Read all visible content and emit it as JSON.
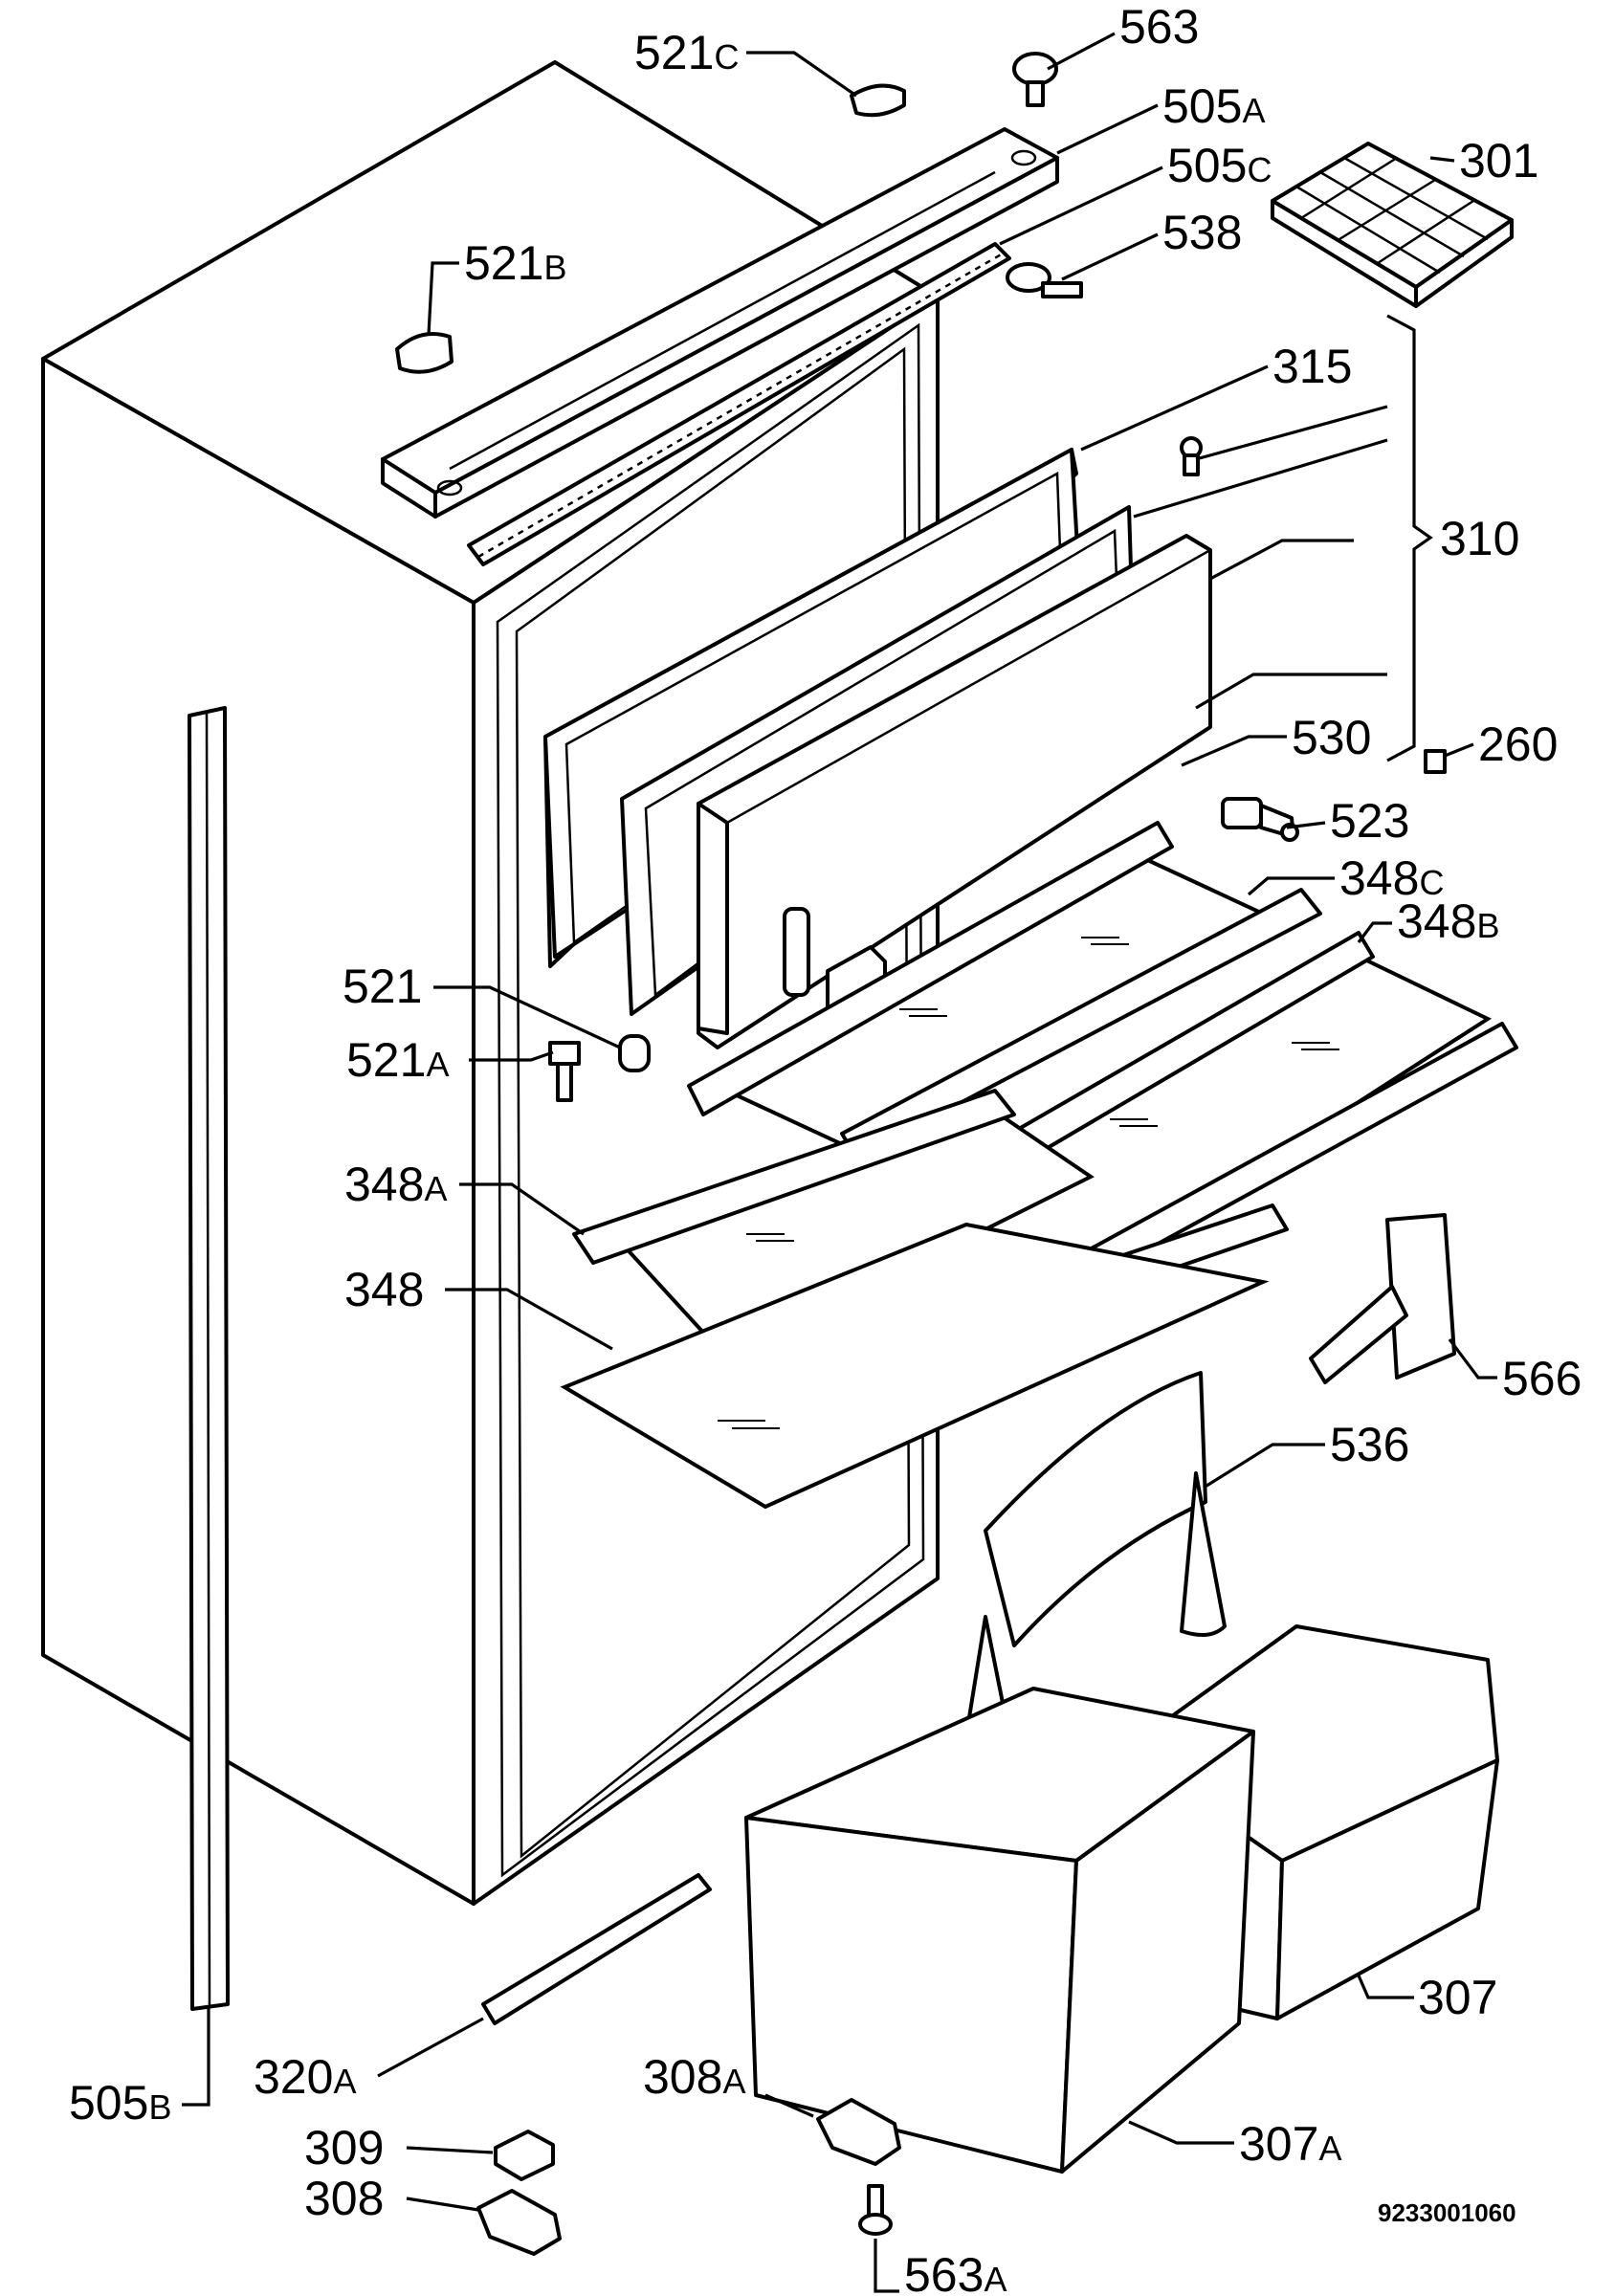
{
  "labels": {
    "p521c": {
      "num": "521",
      "suf": "C"
    },
    "p563": {
      "num": "563",
      "suf": ""
    },
    "p505a": {
      "num": "505",
      "suf": "A"
    },
    "p505c": {
      "num": "505",
      "suf": "C"
    },
    "p301": {
      "num": "301",
      "suf": ""
    },
    "p521b": {
      "num": "521",
      "suf": "B"
    },
    "p538": {
      "num": "538",
      "suf": ""
    },
    "p315": {
      "num": "315",
      "suf": ""
    },
    "p310": {
      "num": "310",
      "suf": ""
    },
    "p530": {
      "num": "530",
      "suf": ""
    },
    "p260": {
      "num": "260",
      "suf": ""
    },
    "p523": {
      "num": "523",
      "suf": ""
    },
    "p348c": {
      "num": "348",
      "suf": "C"
    },
    "p348b": {
      "num": "348",
      "suf": "B"
    },
    "p521": {
      "num": "521",
      "suf": ""
    },
    "p521a": {
      "num": "521",
      "suf": "A"
    },
    "p348a": {
      "num": "348",
      "suf": "A"
    },
    "p348": {
      "num": "348",
      "suf": ""
    },
    "p566": {
      "num": "566",
      "suf": ""
    },
    "p536": {
      "num": "536",
      "suf": ""
    },
    "p307": {
      "num": "307",
      "suf": ""
    },
    "p505b": {
      "num": "505",
      "suf": "B"
    },
    "p320a": {
      "num": "320",
      "suf": "A"
    },
    "p308a": {
      "num": "308",
      "suf": "A"
    },
    "p307a": {
      "num": "307",
      "suf": "A"
    },
    "p309": {
      "num": "309",
      "suf": ""
    },
    "p308": {
      "num": "308",
      "suf": ""
    },
    "p563a": {
      "num": "563",
      "suf": "A"
    }
  },
  "document_number": "9233001060"
}
